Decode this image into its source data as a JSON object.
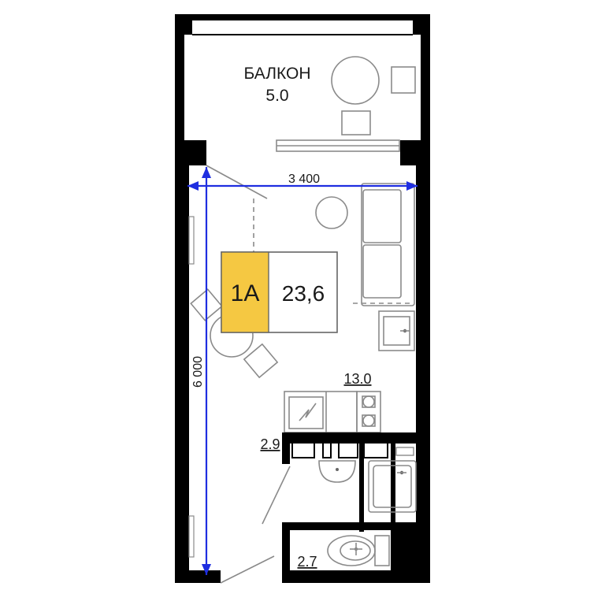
{
  "balcony": {
    "name": "БАЛКОН",
    "area": "5.0"
  },
  "apartment": {
    "type": "1А",
    "area": "23,6",
    "accent": "#f5c842"
  },
  "rooms": {
    "living_area": "13.0",
    "bath_area": "2.9",
    "wc_area": "2.7"
  },
  "dimensions": {
    "width": "3 400",
    "depth": "6 000",
    "color": "#1f2ee0"
  }
}
